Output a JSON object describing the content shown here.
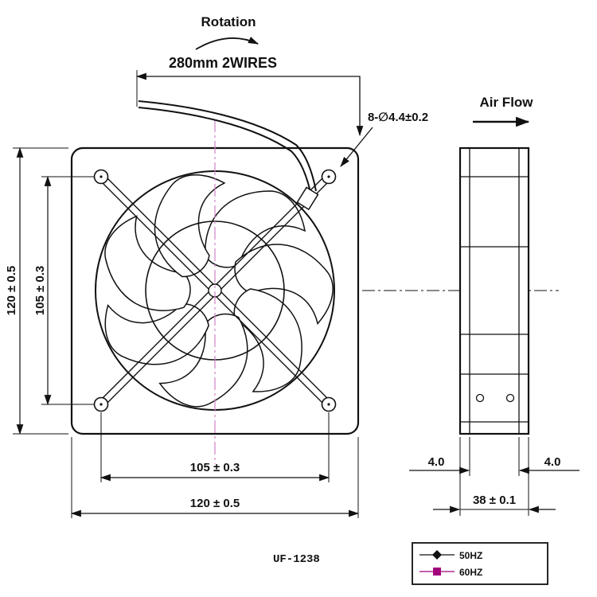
{
  "model": "UF-1238",
  "annotations": {
    "rotation": "Rotation",
    "wires": "280mm 2WIRES",
    "holes": "8-∅4.4±0.2",
    "airflow": "Air Flow"
  },
  "dimensions": {
    "outer_height": "120 ± 0.5",
    "hole_pitch_v": "105 ± 0.3",
    "hole_pitch_h": "105 ± 0.3",
    "outer_width": "120 ± 0.5",
    "depth": "38 ± 0.1",
    "flange_left": "4.0",
    "flange_right": "4.0"
  },
  "legend": [
    {
      "label": "50HZ",
      "marker": "diamond-marker"
    },
    {
      "label": "60HZ",
      "marker": "square-marker"
    }
  ],
  "colors": {
    "line": "#111111",
    "centerline": "#d083c8",
    "hz60": "#a3007d"
  }
}
